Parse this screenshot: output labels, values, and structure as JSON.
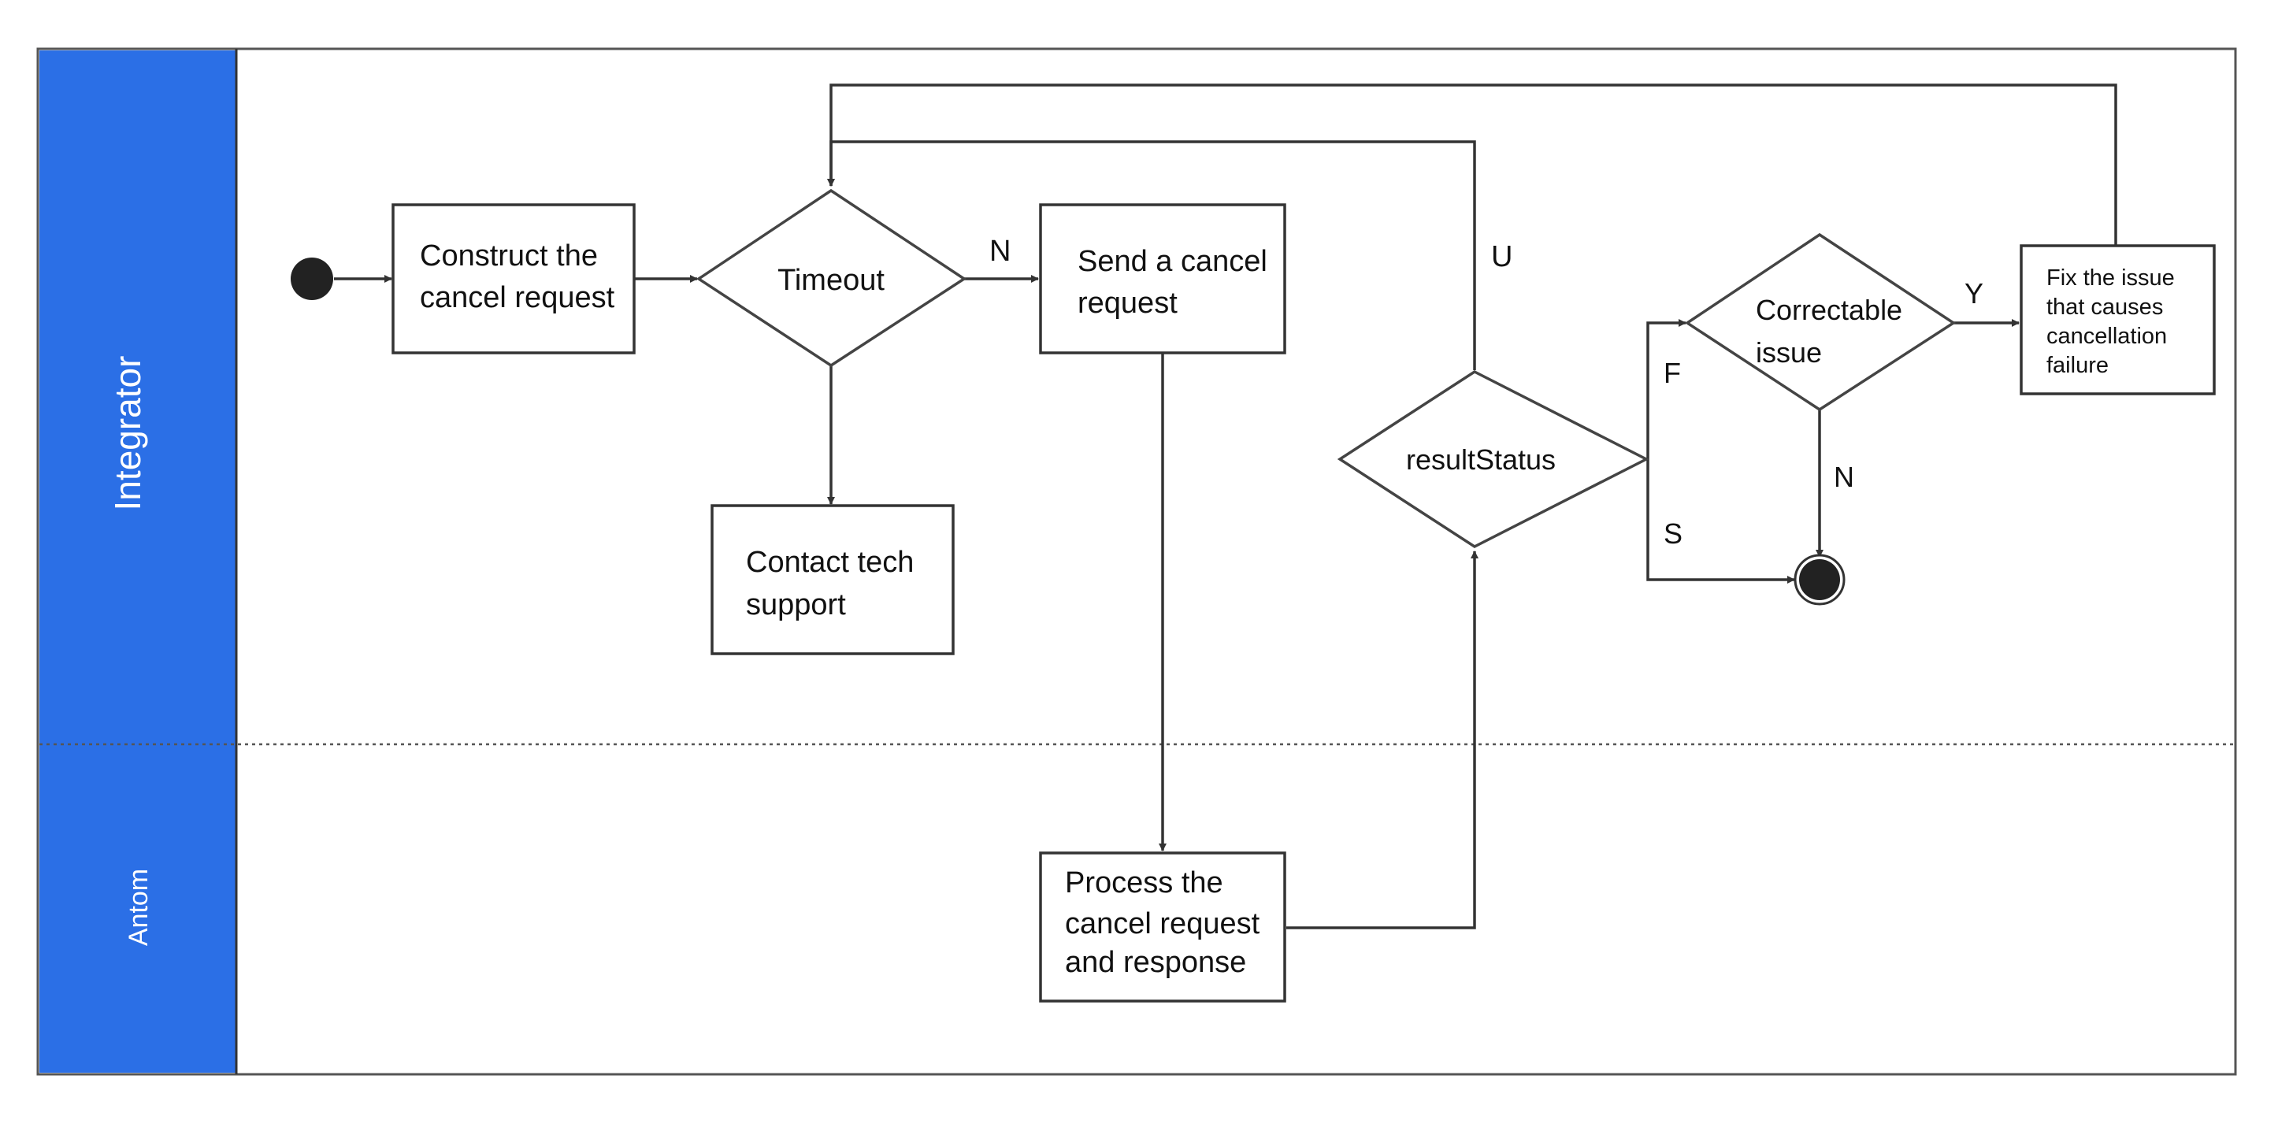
{
  "colors": {
    "lane_fill": "#2b6fe6",
    "lane_text": "#ffffff",
    "line": "#333333",
    "node_fill": "#ffffff",
    "dot": "#222222"
  },
  "lanes": {
    "integrator": "Integrator",
    "antom": "Antom"
  },
  "nodes": {
    "construct": [
      "Construct the",
      "cancel request"
    ],
    "timeout": "Timeout",
    "send_cancel": [
      "Send a cancel",
      "request"
    ],
    "contact_support": [
      "Contact tech",
      "support"
    ],
    "process": [
      "Process the",
      "cancel request",
      "and response"
    ],
    "result_status": "resultStatus",
    "correctable": [
      "Correctable",
      "issue"
    ],
    "fix_issue": [
      "Fix the issue",
      "that causes",
      "cancellation",
      "failure"
    ]
  },
  "edge_labels": {
    "timeout_no": "N",
    "status_u": "U",
    "status_f": "F",
    "status_s": "S",
    "correctable_yes": "Y",
    "correctable_no": "N"
  }
}
